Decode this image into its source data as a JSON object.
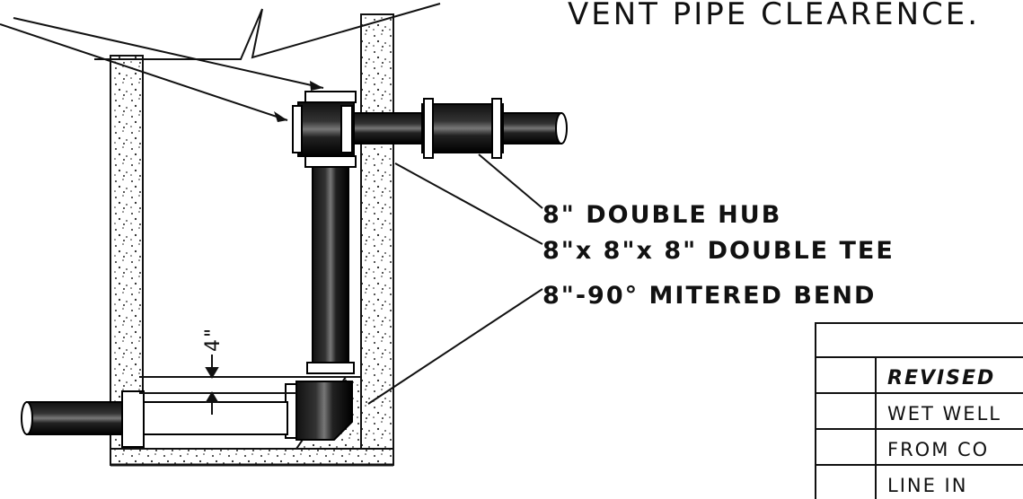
{
  "title": "VENT PIPE CLEARENCE.",
  "dimension": "4\"",
  "callouts": [
    "8\" DOUBLE HUB",
    "8\"x 8\"x 8\" DOUBLE TEE",
    "8\"-90° MITERED BEND"
  ],
  "revision_rows": [
    "REVISED",
    "WET WELL",
    "FROM CO",
    "LINE  IN",
    ""
  ],
  "colors": {
    "ink": "#111111",
    "paper": "#ffffff"
  }
}
